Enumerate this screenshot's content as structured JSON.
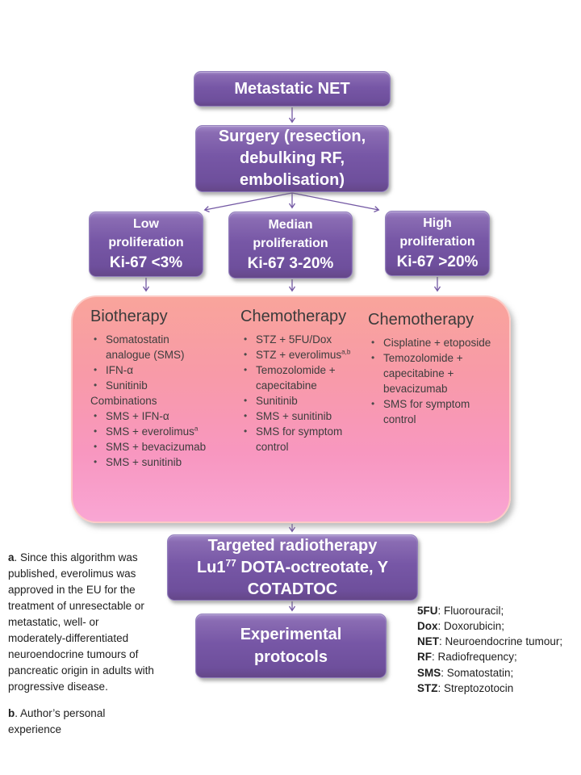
{
  "colors": {
    "box_purple": "#7757a6",
    "arrow_purple": "#7459a4",
    "panel_pink_top": "#f9a49b",
    "panel_pink_bottom": "#f9a6d4",
    "box_text": "#ffffff",
    "panel_text": "#3c3c3c"
  },
  "flow": {
    "metastatic": {
      "label": "Metastatic NET"
    },
    "surgery": {
      "lines": [
        "Surgery (resection,",
        "debulking RF,",
        "embolisation)"
      ]
    },
    "prolif": [
      {
        "line1": "Low",
        "line2": "proliferation",
        "ki": "Ki-67 <3%"
      },
      {
        "line1": "Median",
        "line2": "proliferation",
        "ki": "Ki-67 3-20%"
      },
      {
        "line1": "High",
        "line2": "proliferation",
        "ki": "Ki-67 >20%"
      }
    ],
    "targeted": {
      "line1": "Targeted radiotherapy",
      "line2_pre": "Lu1",
      "line2_sup": "77",
      "line2_post": " DOTA-octreotate, Y",
      "line3": "COTADTOC"
    },
    "experimental": {
      "lines": [
        "Experimental",
        "protocols"
      ]
    }
  },
  "panel": {
    "columns": [
      {
        "title": "Biotherapy",
        "items": [
          {
            "text": "Somatostatin analogue (SMS)"
          },
          {
            "text": "IFN-α"
          },
          {
            "text": "Sunitinib"
          },
          {
            "text": "Combinations"
          },
          {
            "text": "SMS + IFN-α"
          },
          {
            "text": "SMS + everolimus",
            "sup": "a"
          },
          {
            "text": "SMS + bevacizumab"
          },
          {
            "text": "SMS + sunitinib"
          }
        ]
      },
      {
        "title": "Chemotherapy",
        "items": [
          {
            "text": "STZ + 5FU/Dox"
          },
          {
            "text": "STZ + everolimus",
            "sup": "a,b"
          },
          {
            "text": "Temozolomide + capecitabine"
          },
          {
            "text": "Sunitinib"
          },
          {
            "text": "SMS + sunitinib"
          },
          {
            "text": "SMS for symptom control"
          }
        ]
      },
      {
        "title": "Chemotherapy",
        "items": [
          {
            "text": "Cisplatine + etoposide"
          },
          {
            "text": "Temozolomide + capecitabine + bevacizumab"
          },
          {
            "text": "SMS for symptom control"
          }
        ]
      }
    ]
  },
  "footnotes": [
    {
      "label": "a",
      "text": ". Since this algorithm was published, everolimus was approved in the EU for the treatment of unresectable or metastatic, well- or moderately-differentiated neuroendocrine tumours of pancreatic origin in adults with progressive disease."
    },
    {
      "label": "b",
      "text": ". Author’s personal experience"
    }
  ],
  "legend": [
    {
      "abbr": "5FU",
      "rest": ": Fluorouracil;"
    },
    {
      "abbr": "Dox",
      "rest": ": Doxorubicin;"
    },
    {
      "abbr": "NET",
      "rest": ": Neuroendocrine tumour;"
    },
    {
      "abbr": "RF",
      "rest": ": Radiofrequency;"
    },
    {
      "abbr": "SMS",
      "rest": ": Somatostatin;"
    },
    {
      "abbr": "STZ",
      "rest": ": Streptozotocin"
    }
  ]
}
